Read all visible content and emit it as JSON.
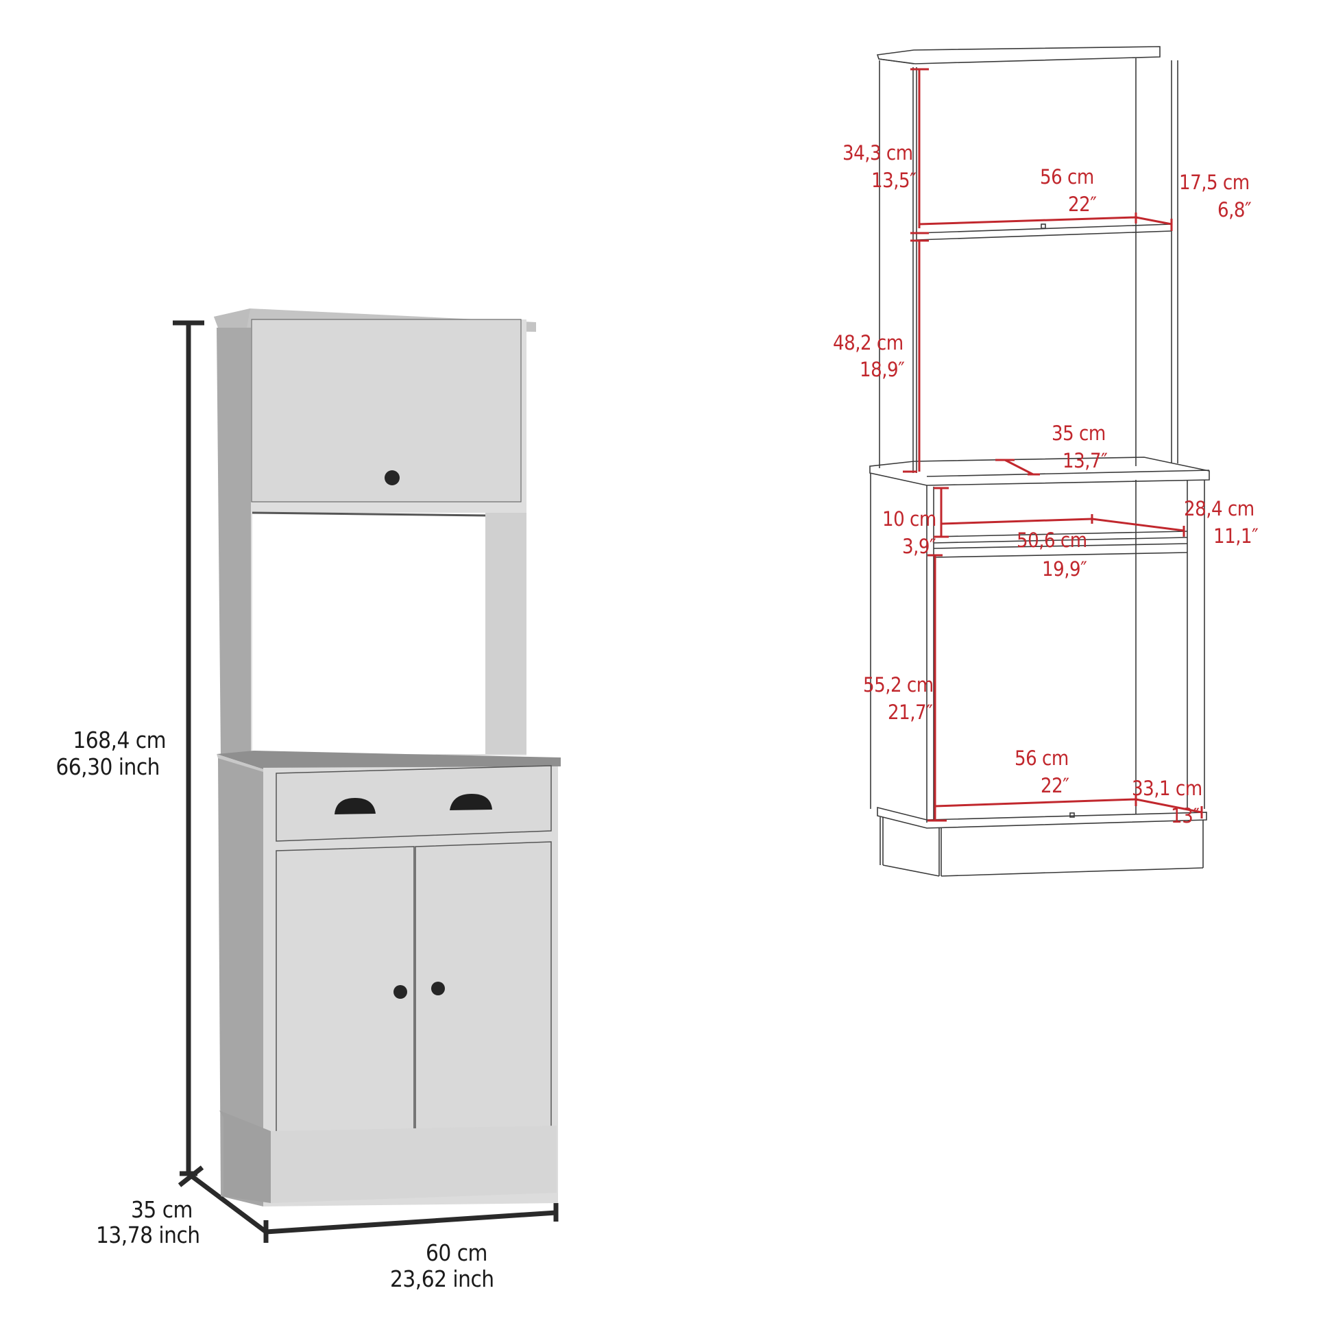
{
  "colors": {
    "dimension_red": "#c1272d",
    "dimension_black": "#2a2a2a",
    "cabinet_front": "#d9d9d9",
    "cabinet_side": "#a8a8a8",
    "cabinet_top": "#8f8f8f",
    "handle": "#1e1e1e",
    "line_drawing": "#3a3a3a"
  },
  "product_view": {
    "height": {
      "cm": "168,4 cm",
      "inch": "66,30 inch"
    },
    "depth": {
      "cm": "35 cm",
      "inch": "13,78 inch"
    },
    "width": {
      "cm": "60 cm",
      "inch": "23,62 inch"
    }
  },
  "line_drawing": {
    "upper_shelf_height": {
      "cm": "34,3 cm",
      "inch": "13,5″"
    },
    "upper_shelf_width": {
      "cm": "56 cm",
      "inch": "22″"
    },
    "upper_shelf_depth": {
      "cm": "17,5 cm",
      "inch": "6,8″"
    },
    "open_area_height": {
      "cm": "48,2 cm",
      "inch": "18,9″"
    },
    "counter_depth": {
      "cm": "35 cm",
      "inch": "13,7″"
    },
    "drawer_height": {
      "cm": "10 cm",
      "inch": "3,9″"
    },
    "drawer_width": {
      "cm": "50,6 cm",
      "inch": "19,9″"
    },
    "drawer_depth": {
      "cm": "28,4 cm",
      "inch": "11,1″"
    },
    "lower_cabinet_height": {
      "cm": "55,2 cm",
      "inch": "21,7″"
    },
    "lower_cabinet_width": {
      "cm": "56 cm",
      "inch": "22″"
    },
    "lower_cabinet_depth": {
      "cm": "33,1 cm",
      "inch": "13″"
    }
  }
}
